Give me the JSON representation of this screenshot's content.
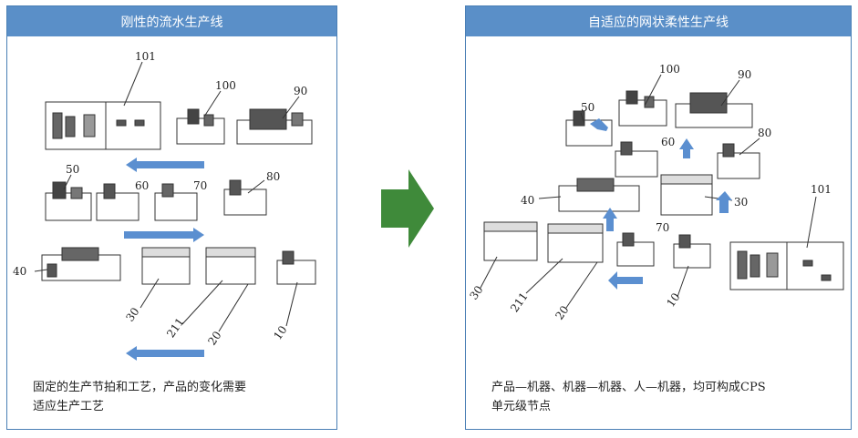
{
  "left_panel": {
    "title": "刚性的流水生产线",
    "caption_line1": "固定的生产节拍和工艺，产品的变化需要",
    "caption_line2": "适应生产工艺",
    "labels": {
      "l101": "101",
      "l100": "100",
      "l90": "90",
      "l50": "50",
      "l60": "60",
      "l70": "70",
      "l80": "80",
      "l40": "40",
      "l30": "30",
      "l211": "211",
      "l20": "20",
      "l10": "10"
    }
  },
  "right_panel": {
    "title": "自适应的网状柔性生产线",
    "caption_line1": "产品—机器、机器—机器、人—机器，均可构成CPS",
    "caption_line2": "单元级节点",
    "labels": {
      "l100": "100",
      "l90": "90",
      "l50": "50",
      "l60": "60",
      "l80": "80",
      "l40": "40",
      "l30a": "30",
      "l101": "101",
      "l70": "70",
      "l30b": "30",
      "l211": "211",
      "l20": "20",
      "l10": "10"
    }
  },
  "colors": {
    "header": "#5a8fc8",
    "flow_arrow": "#5b8fd0",
    "transition_arrow": "#3f8a3a"
  }
}
